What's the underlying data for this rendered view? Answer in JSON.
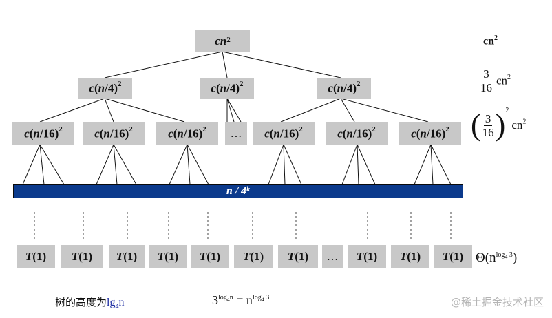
{
  "root": {
    "pre": "c",
    "italic_n": "n",
    "sup": "2"
  },
  "level1": [
    {
      "prefix": "c(",
      "italic": "n",
      "rest": "/4)",
      "sup": "2"
    },
    {
      "prefix": "c(",
      "italic": "n",
      "rest": "/4)",
      "sup": "2"
    },
    {
      "prefix": "c(",
      "italic": "n",
      "rest": "/4)",
      "sup": "2"
    }
  ],
  "level2": [
    {
      "prefix": "c(",
      "italic": "n",
      "rest": "/16)",
      "sup": "2"
    },
    {
      "prefix": "c(",
      "italic": "n",
      "rest": "/16)",
      "sup": "2"
    },
    {
      "prefix": "c(",
      "italic": "n",
      "rest": "/16)",
      "sup": "2"
    },
    {
      "prefix": "c(",
      "italic": "n",
      "rest": "/16)",
      "sup": "2"
    },
    {
      "prefix": "c(",
      "italic": "n",
      "rest": "/16)",
      "sup": "2"
    },
    {
      "prefix": "c(",
      "italic": "n",
      "rest": "/16)",
      "sup": "2"
    }
  ],
  "ellipsis": "…",
  "bar": {
    "text": "n / 4",
    "sup": "k"
  },
  "leaf_label": {
    "T": "T",
    "arg": "(1)"
  },
  "leaf_count": 10,
  "right_labels": {
    "l0": {
      "base": "cn",
      "sup": "2"
    },
    "l1": {
      "num": "3",
      "den": "16",
      "tail": "cn",
      "sup": "2"
    },
    "l2": {
      "num": "3",
      "den": "16",
      "outer_sup": "2",
      "tail": "cn",
      "sup": "2"
    },
    "leaf": {
      "theta": "Θ(n",
      "sup": "log",
      "sub": "4",
      "sup3": " 3",
      "close": ")"
    }
  },
  "bottom": {
    "height_text": "树的高度为",
    "height_expr": {
      "lg": "lg",
      "sub": "4",
      "n": "n"
    },
    "identity": {
      "base": "3",
      "sup1": "log",
      "sub1": "4",
      "sup1b": "n",
      "eq": " = n",
      "sup2": "log",
      "sub2": "4",
      "sup2b": " 3"
    }
  },
  "watermark": "@稀土掘金技术社区"
}
